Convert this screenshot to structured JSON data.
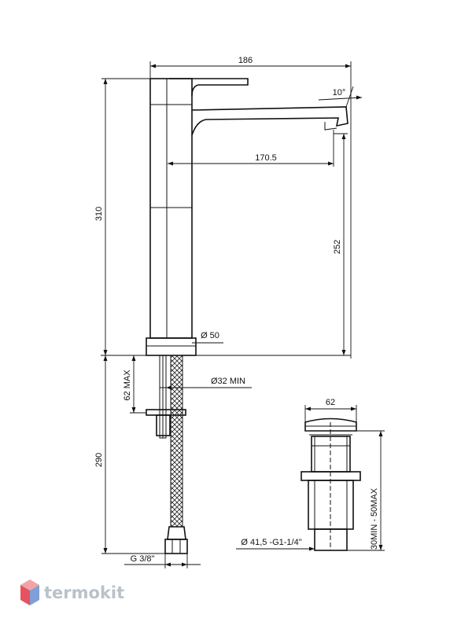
{
  "dimensions": {
    "width_total": "186",
    "spout_reach": "170.5",
    "spout_angle": "10°",
    "height_total": "310",
    "spout_height": "252",
    "body_diameter": "Ø 50",
    "hole_diameter": "Ø32 MIN",
    "deck_max": "62 MAX",
    "hose_length": "290",
    "hose_thread": "G 3/8\"",
    "waste_width": "62",
    "waste_range": "30MIN - 50MAX",
    "waste_spec": "Ø 41,5 -G1-1/4\""
  },
  "brand": {
    "name": "termokit",
    "colors": {
      "logo_top": "#f3a2a7",
      "logo_left": "#e4535f",
      "logo_right": "#7e9fd8",
      "text": "#b9c2ca"
    }
  }
}
